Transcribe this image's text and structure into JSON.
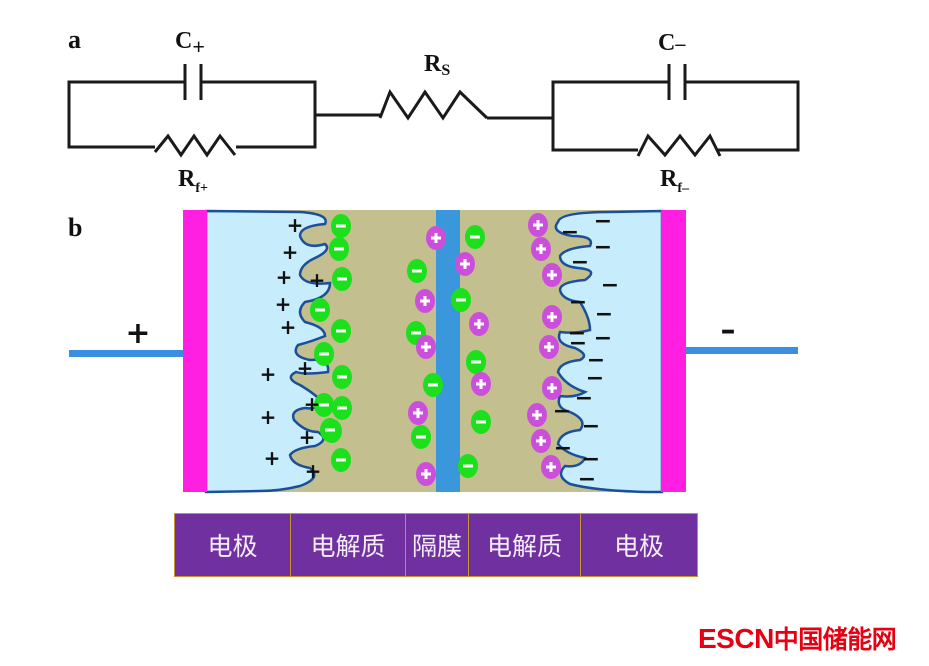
{
  "panel_a": {
    "label": "a",
    "left_capacitor": {
      "main": "C",
      "sub": "+"
    },
    "left_resistor": {
      "main": "R",
      "sub": "f+"
    },
    "series_resistor": {
      "main": "R",
      "sub": "S"
    },
    "right_capacitor": {
      "main": "C",
      "sub": "–"
    },
    "right_resistor": {
      "main": "R",
      "sub": "f–"
    }
  },
  "panel_b": {
    "label": "b",
    "positive_terminal": "+",
    "negative_terminal": "–",
    "left_electrode_charge": "+",
    "right_electrode_charge": "−",
    "anion_symbol": "−",
    "cation_symbol": "+",
    "colors": {
      "current_collector": "#ff1fe0",
      "electrode": "#c7ecfb",
      "electrolyte": "#c4bf8e",
      "separator": "#3a97dc",
      "anion": "#1be01b",
      "cation": "#cc4fdc",
      "terminal_wire": "#3a8fe0"
    }
  },
  "legend_bar": {
    "cells": [
      "电极",
      "电解质",
      "隔膜",
      "电解质",
      "电极"
    ],
    "color": "#7030a0"
  },
  "watermark": {
    "en": "ESCN",
    "cn": "中国储能网",
    "color": "#e60012"
  }
}
